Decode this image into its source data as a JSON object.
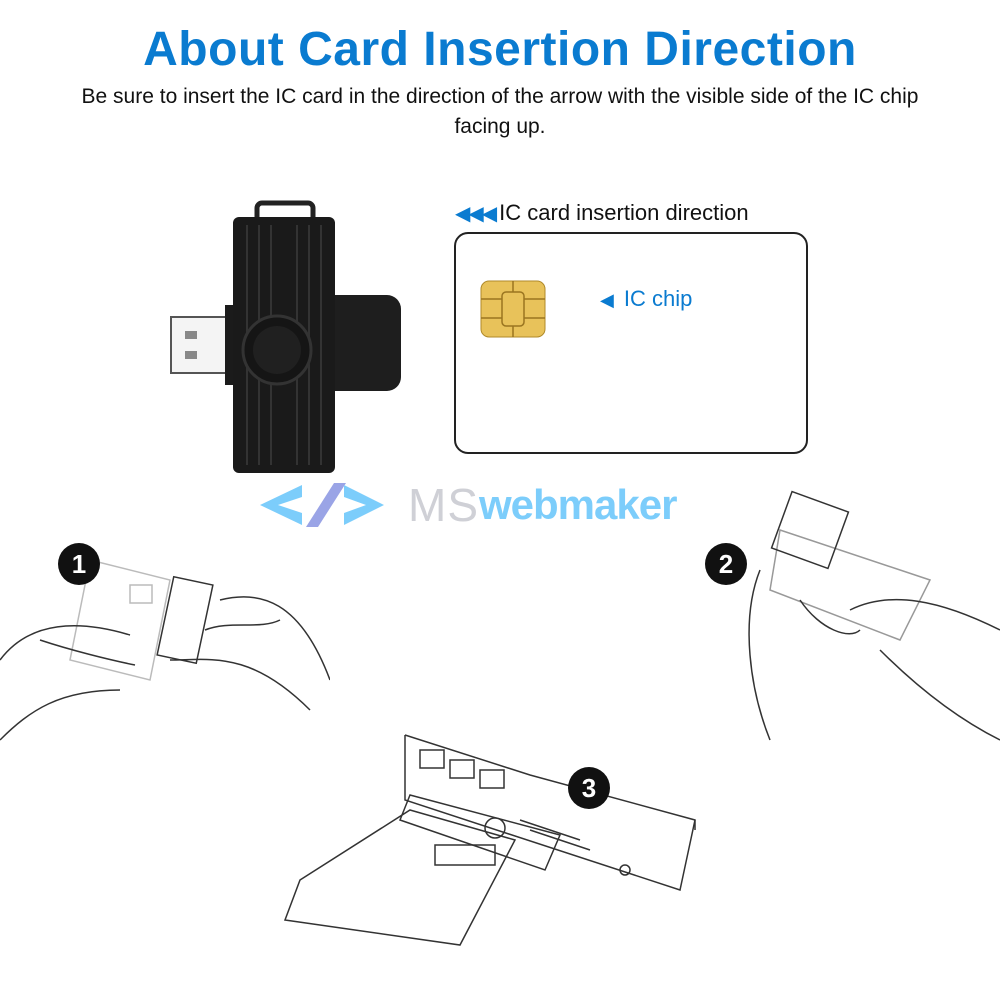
{
  "header": {
    "title": "About Card Insertion Direction",
    "subtitle": "Be sure to insert the IC card in the direction of the arrow with the visible side of the IC chip facing up."
  },
  "card_diagram": {
    "direction_arrows": "◀◀◀",
    "direction_label": "IC card insertion direction",
    "chip_arrow": "◀",
    "chip_label": "IC chip"
  },
  "watermark": {
    "ms": "MS",
    "webmaker": "webmaker"
  },
  "steps": [
    "1",
    "2",
    "3"
  ],
  "colors": {
    "accent": "#0a7bd0",
    "logo_blue": "#7ccdfb",
    "logo_grey": "#cfd0d6"
  }
}
